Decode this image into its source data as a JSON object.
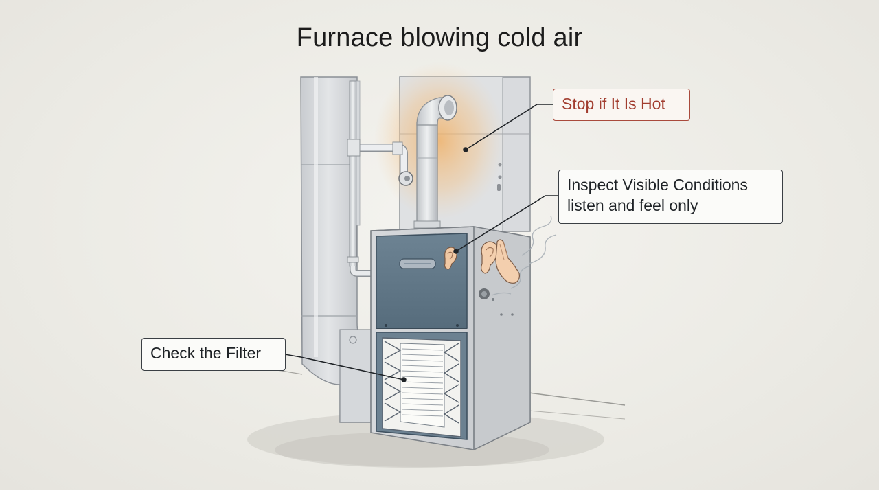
{
  "title": "Furnace blowing cold air",
  "callouts": {
    "hot": "Stop if It Is Hot",
    "inspect": {
      "line1": "Inspect Visible Conditions",
      "line2": "listen and feel only"
    },
    "filter": "Check the Filter"
  },
  "colors": {
    "background": "#eeece6",
    "warning_red": "#a13c2e",
    "furnace_blue": "#5f7585",
    "heat_glow": "#f0b26a"
  },
  "icons": [
    "ear-icon",
    "hand-icon",
    "smoke-icon"
  ]
}
